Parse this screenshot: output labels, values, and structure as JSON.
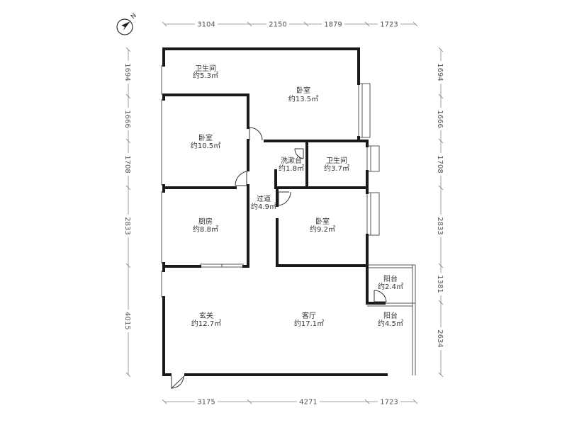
{
  "compass": {
    "label": "N"
  },
  "dimensions": {
    "top": [
      "3104",
      "2150",
      "1879",
      "1723"
    ],
    "bottom": [
      "3175",
      "4271",
      "1723"
    ],
    "left": [
      "1694",
      "1666",
      "1708",
      "2833",
      "4015"
    ],
    "right": [
      "1694",
      "1666",
      "1708",
      "2833",
      "1381",
      "2634"
    ]
  },
  "rooms": {
    "bathroom1": {
      "name": "卫生间",
      "area": "约5.3㎡"
    },
    "bedroom1": {
      "name": "卧室",
      "area": "约13.5㎡"
    },
    "bedroom2": {
      "name": "卧室",
      "area": "约10.5㎡"
    },
    "washbasin": {
      "name": "洗漱台",
      "area": "约1.8㎡"
    },
    "bathroom2": {
      "name": "卫生间",
      "area": "约3.7㎡"
    },
    "corridor": {
      "name": "过道",
      "area": "约4.9㎡"
    },
    "kitchen": {
      "name": "厨房",
      "area": "约8.8㎡"
    },
    "bedroom3": {
      "name": "卧室",
      "area": "约9.2㎡"
    },
    "balcony1": {
      "name": "阳台",
      "area": "约2.4㎡"
    },
    "entrance": {
      "name": "玄关",
      "area": "约12.7㎡"
    },
    "living": {
      "name": "客厅",
      "area": "约17.1㎡"
    },
    "balcony2": {
      "name": "阳台",
      "area": "约4.5㎡"
    }
  }
}
